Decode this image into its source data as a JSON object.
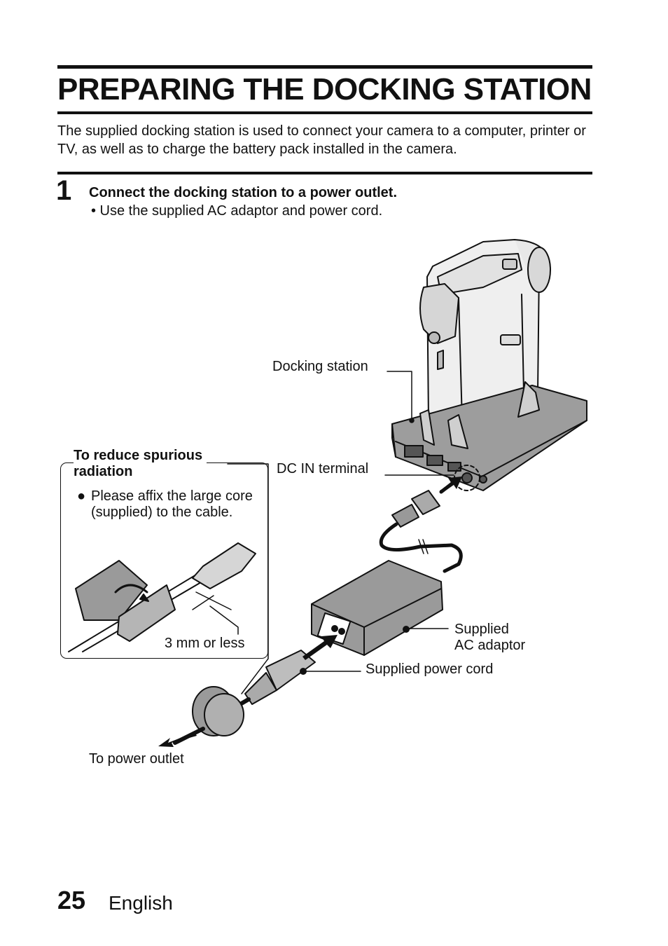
{
  "title": "PREPARING THE DOCKING STATION",
  "intro": "The supplied docking station is used to connect your camera to a computer, printer or TV, as well as to charge the battery pack installed in the camera.",
  "step": {
    "number": "1",
    "heading": "Connect the docking station to a power outlet.",
    "bullet": "•  Use the supplied AC adaptor and power cord."
  },
  "figure": {
    "labels": {
      "docking_station": "Docking station",
      "dc_in": "DC IN terminal",
      "ac_adaptor_line1": "Supplied",
      "ac_adaptor_line2": "AC adaptor",
      "power_cord": "Supplied power cord",
      "power_outlet": "To power outlet",
      "mm": "3 mm or less"
    },
    "note": {
      "title_line1": "To reduce spurious",
      "title_line2": "radiation",
      "bullet": "●",
      "text": "Please affix the large core (supplied) to the cable."
    }
  },
  "footer": {
    "page_number": "25",
    "language": "English"
  }
}
